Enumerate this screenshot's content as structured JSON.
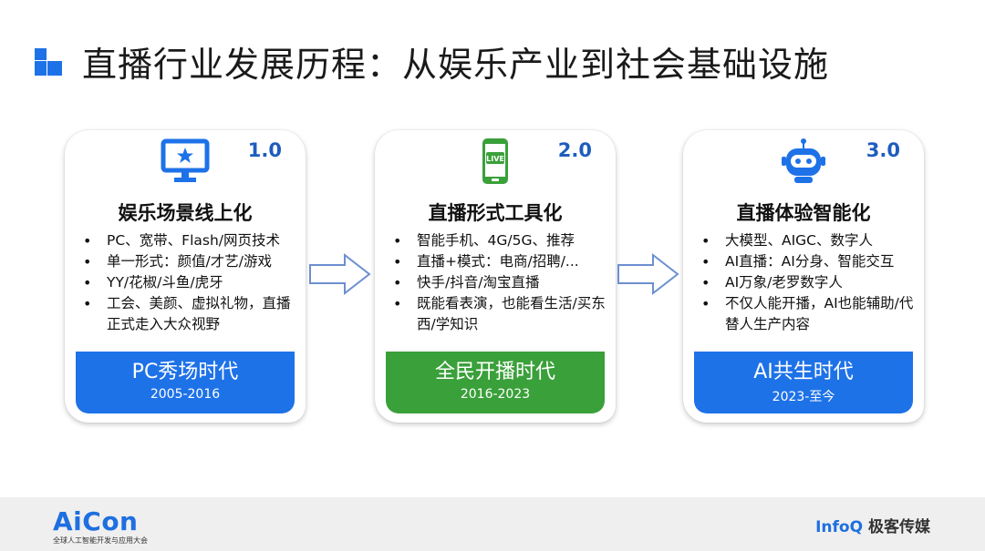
{
  "title": "直播行业发展历程：从娱乐产业到社会基础设施",
  "cards": [
    {
      "version": "1.0",
      "icon": "monitor-star-icon",
      "heading": "娱乐场景线上化",
      "bullets": [
        "PC、宽带、Flash/网页技术",
        "单一形式：颜值/才艺/游戏",
        "YY/花椒/斗鱼/虎牙",
        "工会、美颜、虚拟礼物，直播正式走入大众视野"
      ],
      "era": "PC秀场时代",
      "years": "2005-2016",
      "color": "#1e72e8"
    },
    {
      "version": "2.0",
      "icon": "phone-live-icon",
      "heading": "直播形式工具化",
      "bullets": [
        "智能手机、4G/5G、推荐",
        "直播+模式：电商/招聘/...",
        "快手/抖音/淘宝直播",
        "既能看表演，也能看生活/买东西/学知识"
      ],
      "era": "全民开播时代",
      "years": "2016-2023",
      "color": "#3aa03a"
    },
    {
      "version": "3.0",
      "icon": "robot-icon",
      "heading": "直播体验智能化",
      "bullets": [
        "大模型、AIGC、数字人",
        "AI直播：AI分身、智能交互",
        "AI万象/老罗数字人",
        "不仅人能开播，AI也能辅助/代替人生产内容"
      ],
      "era": "AI共生时代",
      "years": "2023-至今",
      "color": "#1e72e8"
    }
  ],
  "footer": {
    "logo_left": "AiCon",
    "logo_left_sub": "全球人工智能开发与应用大会",
    "logo_right_brand": "InfoQ",
    "logo_right_text": "极客传媒"
  }
}
